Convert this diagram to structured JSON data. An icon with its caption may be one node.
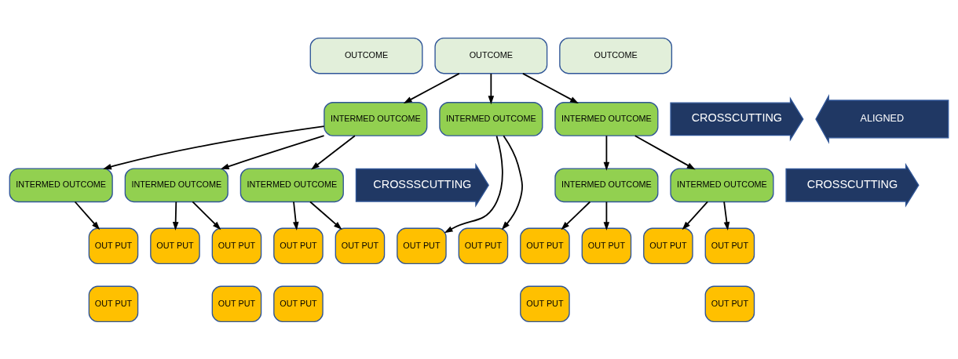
{
  "diagram": {
    "nodes": [
      {
        "text": [
          "OUTCOME"
        ]
      },
      {
        "text": [
          "OUTCOME"
        ]
      },
      {
        "text": [
          "OUTCOME"
        ]
      },
      {
        "text": [
          "INTERMED OUTCOME"
        ]
      },
      {
        "text": [
          "INTERMED OUTCOME"
        ]
      },
      {
        "text": [
          "INTERMED OUTCOME"
        ]
      },
      {
        "text": [
          "CROSSCUTTING"
        ]
      },
      {
        "text": [
          "ALIGNED"
        ]
      },
      {
        "text": [
          "INTERMED OUTCOME"
        ]
      },
      {
        "text": [
          "INTERMED OUTCOME"
        ]
      },
      {
        "text": [
          "INTERMED OUTCOME"
        ]
      },
      {
        "text": [
          "CROSSSCUTTING"
        ]
      },
      {
        "text": [
          "INTERMED OUTCOME"
        ]
      },
      {
        "text": [
          "INTERMED OUTCOME"
        ]
      },
      {
        "text": [
          "CROSSCUTTING"
        ]
      },
      {
        "text": [
          "OUT PUT"
        ]
      },
      {
        "text": [
          "OUT PUT"
        ]
      },
      {
        "text": [
          "OUT PUT"
        ]
      },
      {
        "text": [
          "OUT PUT"
        ]
      },
      {
        "text": [
          "OUT PUT"
        ]
      },
      {
        "text": [
          "OUT PUT"
        ]
      },
      {
        "text": [
          "OUT PUT"
        ]
      },
      {
        "text": [
          "OUT PUT"
        ]
      },
      {
        "text": [
          "OUT PUT"
        ]
      },
      {
        "text": [
          "OUT PUT"
        ]
      },
      {
        "text": [
          "OUT PUT"
        ]
      },
      {
        "text": [
          "OUT PUT"
        ]
      },
      {
        "text": [
          "OUT PUT"
        ]
      },
      {
        "text": [
          "OUT PUT"
        ]
      },
      {
        "text": [
          "OUT PUT"
        ]
      },
      {
        "text": [
          "OUT PUT"
        ]
      }
    ],
    "edges": [
      {
        "from": 1,
        "to": 3,
        "arrow": "to"
      },
      {
        "from": 1,
        "to": 4,
        "arrow": "to"
      },
      {
        "from": 1,
        "to": 5,
        "arrow": "to"
      },
      {
        "from": 3,
        "to": 8,
        "arrow": "to"
      },
      {
        "from": 3,
        "to": 9,
        "arrow": "to"
      },
      {
        "from": 3,
        "to": 10,
        "arrow": "to"
      },
      {
        "from": 4,
        "to": 20,
        "arrow": "to"
      },
      {
        "from": 4,
        "to": 21,
        "arrow": "to"
      },
      {
        "from": 5,
        "to": 12,
        "arrow": "to"
      },
      {
        "from": 5,
        "to": 13,
        "arrow": "to"
      },
      {
        "from": 8,
        "to": 15,
        "arrow": "to"
      },
      {
        "from": 9,
        "to": 16,
        "arrow": "to"
      },
      {
        "from": 9,
        "to": 17,
        "arrow": "to"
      },
      {
        "from": 10,
        "to": 18,
        "arrow": "to"
      },
      {
        "from": 10,
        "to": 19,
        "arrow": "to"
      },
      {
        "from": 12,
        "to": 22,
        "arrow": "to"
      },
      {
        "from": 12,
        "to": 23,
        "arrow": "to"
      },
      {
        "from": 13,
        "to": 24,
        "arrow": "to"
      },
      {
        "from": 13,
        "to": 25,
        "arrow": "to"
      }
    ]
  }
}
